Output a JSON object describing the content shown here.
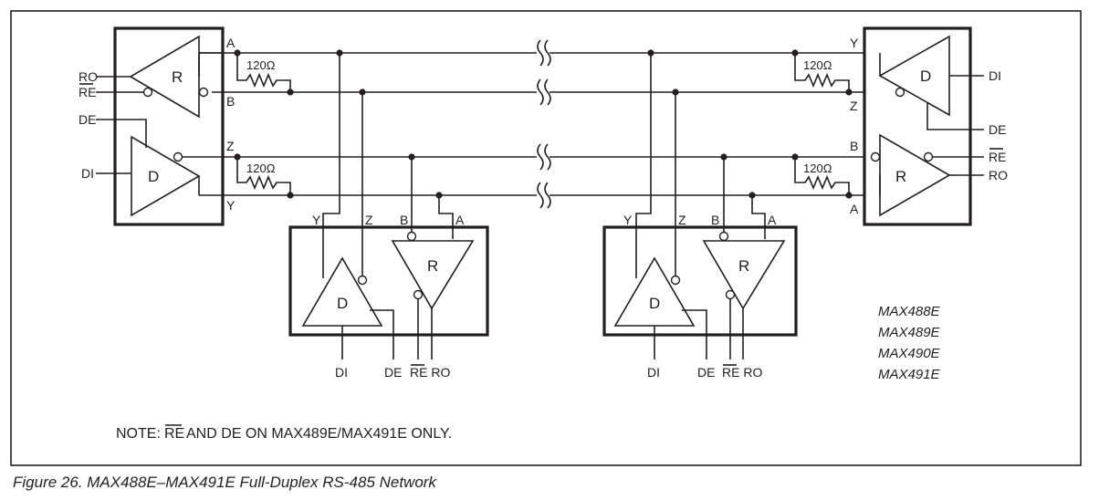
{
  "pins": {
    "ro": "RO",
    "re": "RE",
    "de": "DE",
    "di": "DI",
    "a": "A",
    "b": "B",
    "y": "Y",
    "z": "Z",
    "re_ro": "RE RO"
  },
  "blocks": {
    "receiver": "R",
    "driver": "D"
  },
  "resistor": "120Ω",
  "parts": [
    "MAX488E",
    "MAX489E",
    "MAX490E",
    "MAX491E"
  ],
  "note": {
    "prefix": "NOTE:",
    "re": "RE",
    "suffix": "AND DE ON MAX489E/MAX491E ONLY."
  },
  "caption": "Figure 26.  MAX488E–MAX491E Full-Duplex RS-485 Network"
}
